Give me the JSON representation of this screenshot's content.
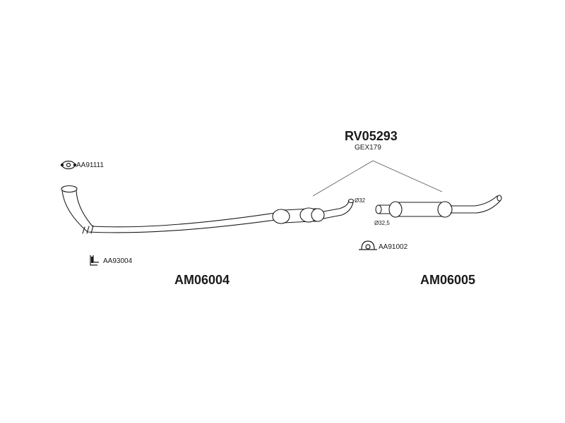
{
  "kit": {
    "code": "RV05293",
    "sub_code": "GEX179"
  },
  "parts": [
    {
      "id": "front_pipe",
      "code": "AM06004"
    },
    {
      "id": "rear_silencer",
      "code": "AM06005"
    }
  ],
  "fittings": [
    {
      "id": "flange_gasket",
      "code": "AA91111",
      "icon": "flange-gasket-icon"
    },
    {
      "id": "mounting_bracket",
      "code": "AA93004",
      "icon": "bracket-icon"
    },
    {
      "id": "pipe_clamp",
      "code": "AA91002",
      "icon": "clamp-icon"
    }
  ],
  "dimensions": {
    "outer_pipe": "Ø32",
    "inner_pipe": "Ø32,5"
  },
  "colors": {
    "line": "#1a1a1a",
    "pipe_fill": "#ffffff",
    "leader": "#555555"
  }
}
